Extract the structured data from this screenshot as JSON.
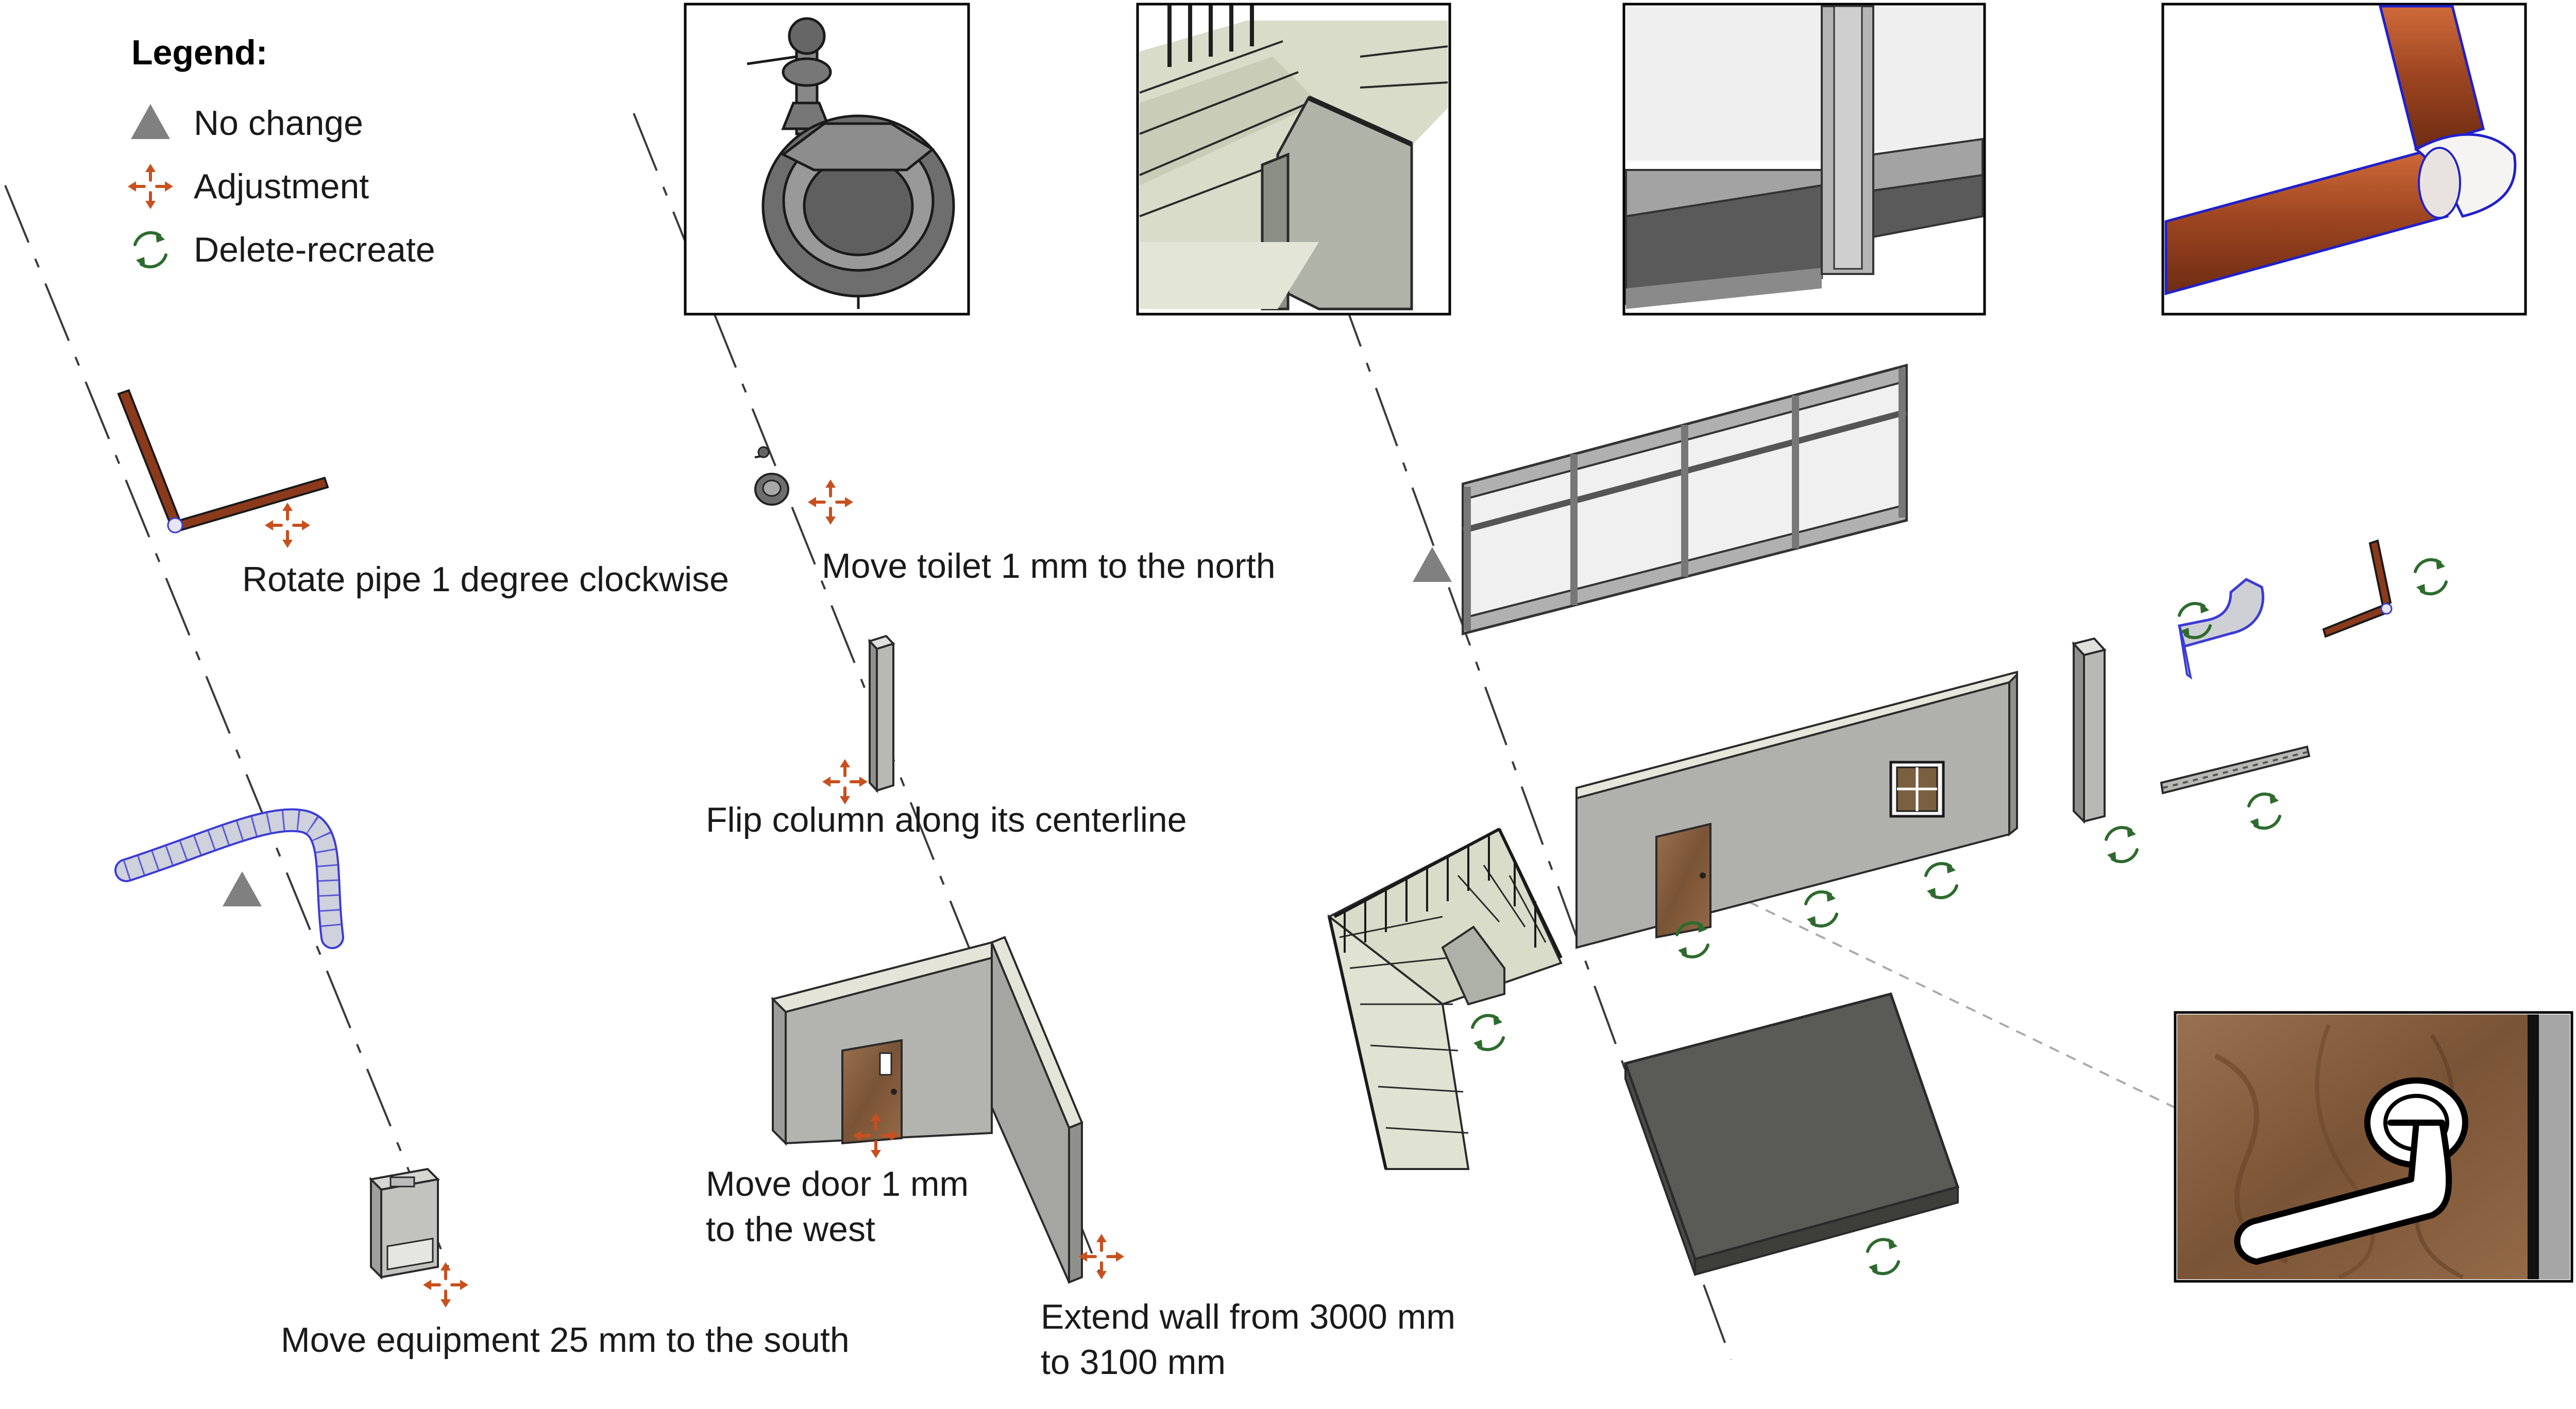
{
  "legend": {
    "title": "Legend:",
    "items": [
      {
        "label": "No change",
        "icon": "triangle-icon"
      },
      {
        "label": "Adjustment",
        "icon": "move-arrows-icon"
      },
      {
        "label": "Delete-recreate",
        "icon": "cycle-arrows-icon"
      }
    ]
  },
  "labels": {
    "rotate_pipe": "Rotate pipe 1 degree clockwise",
    "move_toilet": "Move toilet 1 mm to the north",
    "flip_column": "Flip column along its centerline",
    "move_door_1": "Move door 1 mm",
    "move_door_2": "to the west",
    "move_equipment": "Move equipment 25 mm to the south",
    "extend_wall_1": "Extend wall from 3000 mm",
    "extend_wall_2": "to 3100 mm"
  },
  "colors": {
    "no_change": "#808080",
    "adjustment": "#c8501e",
    "delete_recreate": "#2e6b2e",
    "pipe": "#8b3a1c",
    "duct_outline": "#3b3bd6",
    "wall": "#a9aba7",
    "wood": "#8a6142"
  }
}
